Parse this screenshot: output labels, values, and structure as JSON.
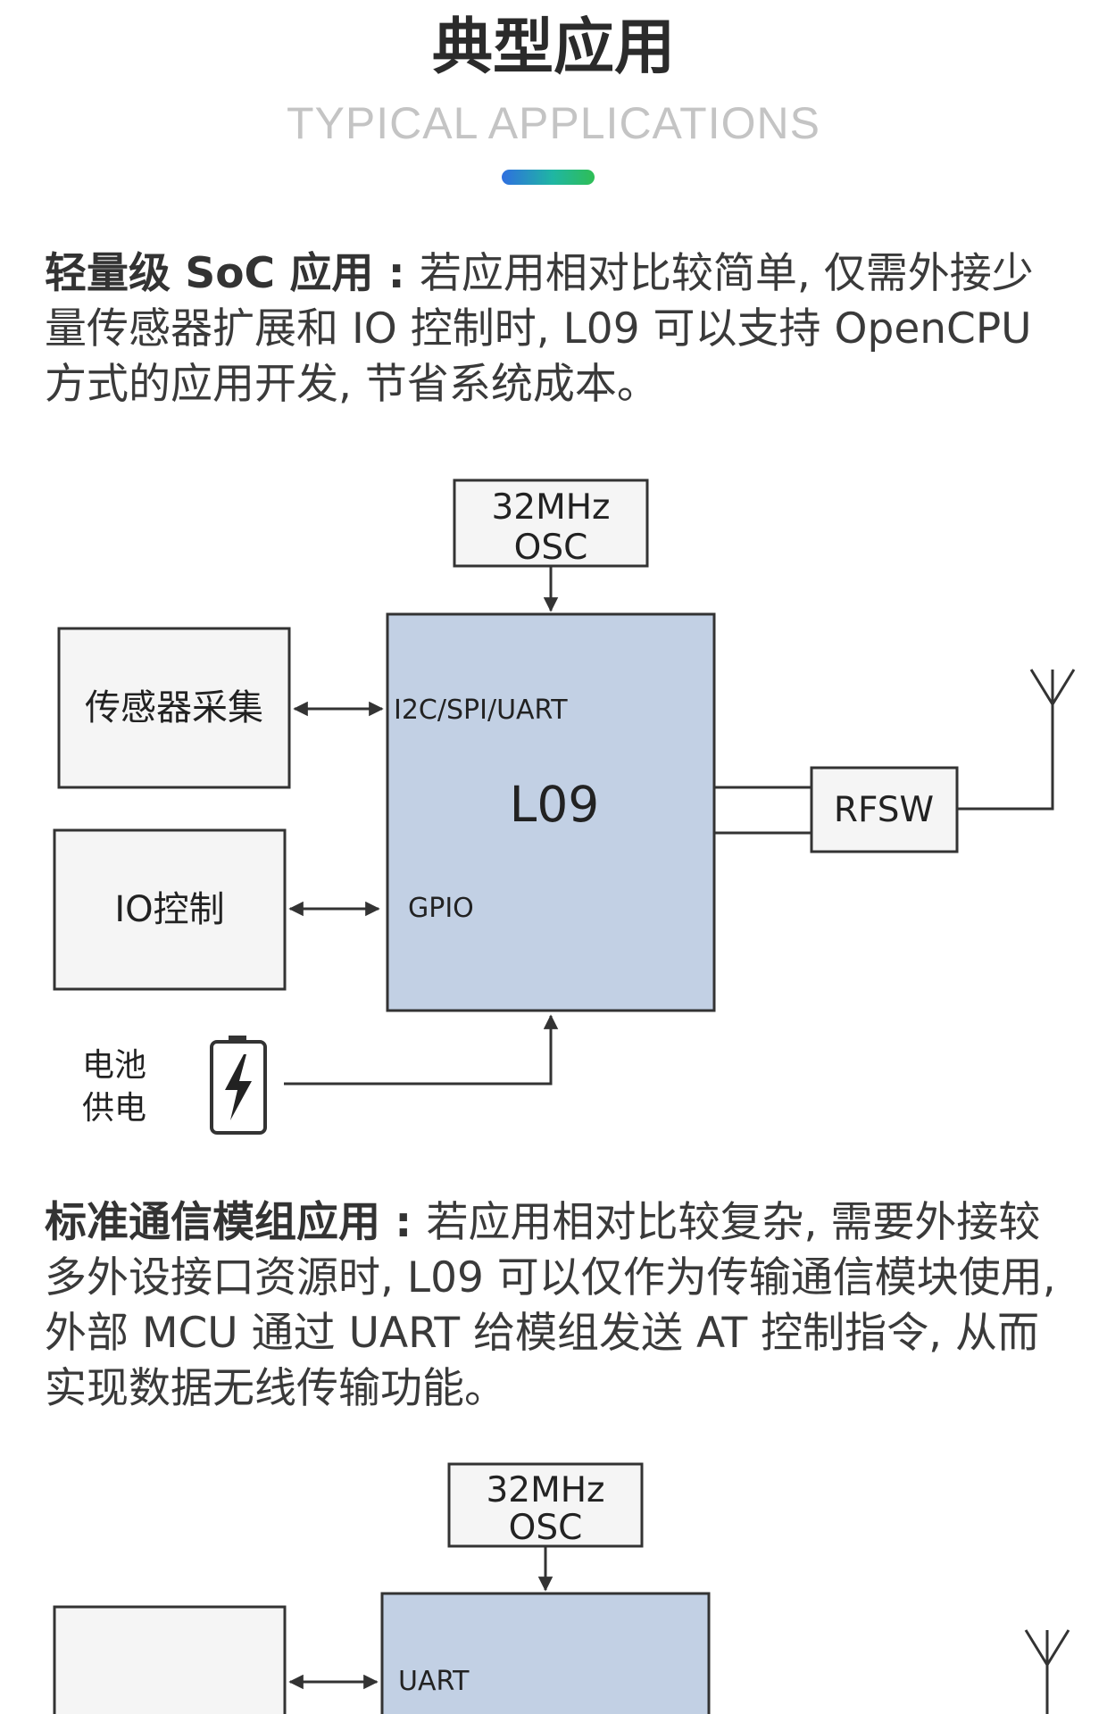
{
  "header": {
    "title": "典型应用",
    "subtitle": "TYPICAL APPLICATIONS",
    "accent_gradient": [
      "#2f6fe0",
      "#1fb6a3",
      "#2fbe55"
    ]
  },
  "section1": {
    "heading": "轻量级 SoC 应用 : ",
    "text": "若应用相对比较简单, 仅需外接少量传感器扩展和 IO 控制时, L09 可以支持 OpenCPU 方式的应用开发, 节省系统成本。",
    "diagram": {
      "osc_line1": "32MHz",
      "osc_line2": "OSC",
      "module_name": "L09",
      "port_top": "I2C/SPI/UART",
      "port_bottom": "GPIO",
      "block_top": "传感器采集",
      "block_bottom": "IO控制",
      "rf_switch": "RFSW",
      "power_line1": "电池",
      "power_line2": "供电",
      "battery_icon": "battery-charging-icon",
      "antenna_icon": "antenna-icon",
      "module_fill": "#c2d0e4"
    }
  },
  "section2": {
    "heading": "标准通信模组应用 : ",
    "text": "若应用相对比较复杂, 需要外接较多外设接口资源时, L09 可以仅作为传输通信模块使用, 外部 MCU 通过 UART 给模组发送 AT 控制指令, 从而实现数据无线传输功能。",
    "diagram": {
      "osc_line1": "32MHz",
      "osc_line2": "OSC",
      "port_top": "UART",
      "antenna_icon": "antenna-icon",
      "module_fill": "#c2d0e4"
    }
  }
}
